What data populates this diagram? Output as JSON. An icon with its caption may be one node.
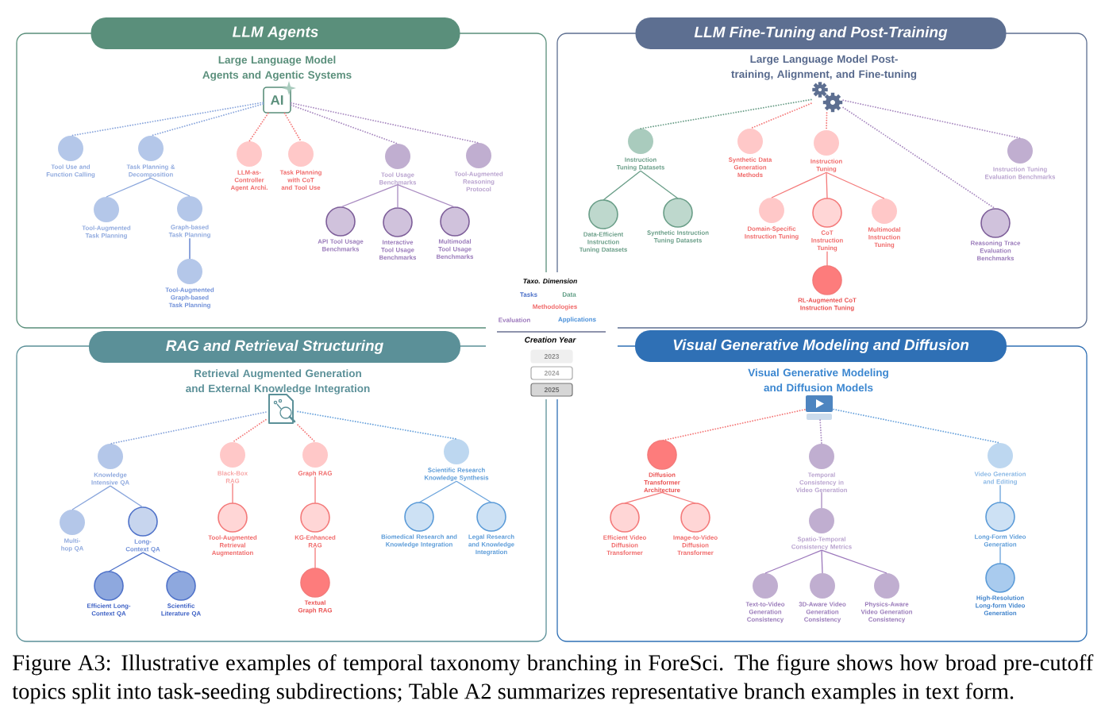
{
  "diagram": {
    "caption": "Figure A3: Illustrative examples of temporal taxonomy branching in ForeSci. The figure shows how broad pre-cutoff topics split into task-seeding subdirections; Table A2 summarizes representative branch examples in text form.",
    "nodes": [
      {
        "text": [
          "LLM Agents",
          "Large Language Model Agents and Agentic Systems"
        ]
      },
      {
        "text": [
          "AI"
        ],
        "in": 0
      },
      {
        "text": [
          "Tool Use and Function Calling"
        ],
        "in": 0
      },
      {
        "text": [
          "Task Planning & Decomposition"
        ],
        "in": 0
      },
      {
        "text": [
          "LLM-as-Controller Agent Archi."
        ],
        "in": 0
      },
      {
        "text": [
          "Task Planning with CoT and Tool Use"
        ],
        "in": 0
      },
      {
        "text": [
          "Tool Usage Benchmarks"
        ],
        "in": 0
      },
      {
        "text": [
          "Tool-Augmented Reasoning Protocol"
        ],
        "in": 0
      },
      {
        "text": [
          "Tool-Augmented Task Planning"
        ],
        "in": 0
      },
      {
        "text": [
          "Graph-based Task Planning"
        ],
        "in": 0
      },
      {
        "text": [
          "API Tool Usage Benchmarks"
        ],
        "in": 0
      },
      {
        "text": [
          "Interactive Tool Usage Benchmarks"
        ],
        "in": 0
      },
      {
        "text": [
          "Multimodal Tool Usage Benchmarks"
        ],
        "in": 0
      },
      {
        "text": [
          "Tool-Augmented Graph-based Task Planning"
        ],
        "in": 0
      },
      {
        "text": [
          "LLM Fine-Tuning and Post-Training",
          "Large Language Model Post-training, Alignment, and Fine-tuning"
        ]
      },
      {
        "text": [],
        "shape": "gear",
        "in": 14
      },
      {
        "text": [
          "Instruction Tuning Datasets"
        ],
        "in": 14
      },
      {
        "text": [
          "Synthetic Data Generation Methods"
        ],
        "in": 14
      },
      {
        "text": [
          "Instruction Tuning"
        ],
        "in": 14
      },
      {
        "text": [
          "Instruction Tuning Evaluation Benchmarks"
        ],
        "in": 14
      },
      {
        "text": [
          "Data-Efficient Instruction Tuning Datasets"
        ],
        "in": 14
      },
      {
        "text": [
          "Synthetic Instruction Tuning Datasets"
        ],
        "in": 14
      },
      {
        "text": [
          "Domain-Specific Instruction Tuning"
        ],
        "in": 14
      },
      {
        "text": [
          "CoT Instruction Tuning"
        ],
        "in": 14
      },
      {
        "text": [
          "Multimodal Instruction Tuning"
        ],
        "in": 14
      },
      {
        "text": [
          "Reasoning Trace Evaluation Benchmarks"
        ],
        "in": 14
      },
      {
        "text": [
          "RL-Augmented CoT Instruction Tuning"
        ],
        "in": 14
      },
      {
        "text": [
          "RAG and Retrieval Structuring",
          "Retrieval Augmented Generation and External Knowledge Integration"
        ]
      },
      {
        "text": [],
        "shape": "document",
        "in": 27
      },
      {
        "text": [
          "Knowledge Intensive QA"
        ],
        "in": 27
      },
      {
        "text": [
          "Black-Box RAG"
        ],
        "in": 27
      },
      {
        "text": [
          "Graph RAG"
        ],
        "in": 27
      },
      {
        "text": [
          "Scientific Research Knowledge Synthesis"
        ],
        "in": 27
      },
      {
        "text": [
          "Multi-hop QA"
        ],
        "in": 27
      },
      {
        "text": [
          "Long-Context QA"
        ],
        "in": 27
      },
      {
        "text": [
          "Tool-Augmented Retrieval Augmentation"
        ],
        "in": 27
      },
      {
        "text": [
          "KG-Enhanced RAG"
        ],
        "in": 27
      },
      {
        "text": [
          "Biomedical Research and Knowledge Integration"
        ],
        "in": 27
      },
      {
        "text": [
          "Legal Research and Knowledge Integration"
        ],
        "in": 27
      },
      {
        "text": [
          "Efficient Long-Context QA"
        ],
        "in": 27
      },
      {
        "text": [
          "Scientific Literature QA"
        ],
        "in": 27
      },
      {
        "text": [
          "Textual Graph RAG"
        ],
        "in": 27
      },
      {
        "text": [
          "Visual Generative Modeling and Diffusion",
          "Visual Generative Modeling and Diffusion Models"
        ]
      },
      {
        "text": [],
        "shape": "screen",
        "in": 42
      },
      {
        "text": [
          "Diffusion Transformer Architecture"
        ],
        "in": 42
      },
      {
        "text": [
          "Temporal Consistency in Video Generation"
        ],
        "in": 42
      },
      {
        "text": [
          "Video Generation and Editing"
        ],
        "in": 42
      },
      {
        "text": [
          "Efficient Video Diffusion Transformer"
        ],
        "in": 42
      },
      {
        "text": [
          "Image-to-Video Diffusion Transformer"
        ],
        "in": 42
      },
      {
        "text": [
          "Spatio-Temporal Consistency Metrics"
        ],
        "in": 42
      },
      {
        "text": [
          "Long-Form Video Generation"
        ],
        "in": 42
      },
      {
        "text": [
          "Text-to-Video Generation Consistency"
        ],
        "in": 42
      },
      {
        "text": [
          "3D-Aware Video Generation Consistency"
        ],
        "in": 42
      },
      {
        "text": [
          "Physics-Aware Video Generation Consistency"
        ],
        "in": 42
      },
      {
        "text": [
          "High-Resolution Long-form Video Generation"
        ],
        "in": 42
      }
    ],
    "edges": [
      {
        "from": 1,
        "to": 2,
        "arrow": "none",
        "style": "dashed",
        "color": "#8aa6dc"
      },
      {
        "from": 1,
        "to": 3,
        "arrow": "none",
        "style": "dashed",
        "color": "#8aa6dc"
      },
      {
        "from": 1,
        "to": 4,
        "arrow": "none",
        "style": "dashed",
        "color": "#f47a7a"
      },
      {
        "from": 1,
        "to": 5,
        "arrow": "none",
        "style": "dashed",
        "color": "#f47a7a"
      },
      {
        "from": 1,
        "to": 6,
        "arrow": "none",
        "style": "dashed",
        "color": "#a98bc1"
      },
      {
        "from": 1,
        "to": 7,
        "arrow": "none",
        "style": "dashed",
        "color": "#a98bc1"
      },
      {
        "from": 3,
        "to": 8,
        "arrow": "none",
        "color": "#8aa6dc"
      },
      {
        "from": 3,
        "to": 9,
        "arrow": "none",
        "color": "#8aa6dc"
      },
      {
        "from": 9,
        "to": 13,
        "arrow": "none",
        "color": "#4f72c9"
      },
      {
        "from": 6,
        "to": 10,
        "arrow": "none",
        "color": "#a98bc1"
      },
      {
        "from": 6,
        "to": 11,
        "arrow": "none",
        "color": "#a98bc1"
      },
      {
        "from": 6,
        "to": 12,
        "arrow": "none",
        "color": "#a98bc1"
      },
      {
        "from": 15,
        "to": 16,
        "arrow": "none",
        "style": "dashed",
        "color": "#6a9e88"
      },
      {
        "from": 15,
        "to": 17,
        "arrow": "none",
        "style": "dashed",
        "color": "#f47a7a"
      },
      {
        "from": 15,
        "to": 18,
        "arrow": "none",
        "style": "dashed",
        "color": "#f47a7a"
      },
      {
        "from": 15,
        "to": 19,
        "arrow": "none",
        "style": "dashed",
        "color": "#a98bc1"
      },
      {
        "from": 15,
        "to": 25,
        "arrow": "none",
        "style": "dashed",
        "color": "#a98bc1"
      },
      {
        "from": 16,
        "to": 20,
        "arrow": "none",
        "color": "#6a9e88"
      },
      {
        "from": 16,
        "to": 21,
        "arrow": "none",
        "color": "#6a9e88"
      },
      {
        "from": 18,
        "to": 22,
        "arrow": "none",
        "color": "#f47a7a"
      },
      {
        "from": 18,
        "to": 23,
        "arrow": "none",
        "color": "#f47a7a"
      },
      {
        "from": 18,
        "to": 24,
        "arrow": "none",
        "color": "#f47a7a"
      },
      {
        "from": 23,
        "to": 26,
        "arrow": "none",
        "color": "#f47a7a"
      },
      {
        "from": 28,
        "to": 29,
        "arrow": "none",
        "style": "dashed",
        "color": "#8aa6dc"
      },
      {
        "from": 28,
        "to": 30,
        "arrow": "none",
        "style": "dashed",
        "color": "#f47a7a"
      },
      {
        "from": 28,
        "to": 31,
        "arrow": "none",
        "style": "dashed",
        "color": "#f47a7a"
      },
      {
        "from": 28,
        "to": 32,
        "arrow": "none",
        "style": "dashed",
        "color": "#6aa3dc"
      },
      {
        "from": 29,
        "to": 33,
        "arrow": "none",
        "color": "#8aa6dc"
      },
      {
        "from": 29,
        "to": 34,
        "arrow": "none",
        "color": "#8aa6dc"
      },
      {
        "from": 34,
        "to": 39,
        "arrow": "none",
        "color": "#4f72c9"
      },
      {
        "from": 34,
        "to": 40,
        "arrow": "none",
        "color": "#4f72c9"
      },
      {
        "from": 30,
        "to": 35,
        "arrow": "none",
        "color": "#f47a7a"
      },
      {
        "from": 31,
        "to": 36,
        "arrow": "none",
        "color": "#f47a7a"
      },
      {
        "from": 36,
        "to": 41,
        "arrow": "none",
        "color": "#f47a7a"
      },
      {
        "from": 32,
        "to": 37,
        "arrow": "none",
        "color": "#6aa3dc"
      },
      {
        "from": 32,
        "to": 38,
        "arrow": "none",
        "color": "#6aa3dc"
      },
      {
        "from": 43,
        "to": 44,
        "arrow": "none",
        "style": "dashed",
        "color": "#f47a7a"
      },
      {
        "from": 43,
        "to": 45,
        "arrow": "none",
        "style": "dashed",
        "color": "#a98bc1"
      },
      {
        "from": 43,
        "to": 46,
        "arrow": "none",
        "style": "dashed",
        "color": "#6aa3dc"
      },
      {
        "from": 44,
        "to": 47,
        "arrow": "none",
        "color": "#f47a7a"
      },
      {
        "from": 44,
        "to": 48,
        "arrow": "none",
        "color": "#f47a7a"
      },
      {
        "from": 45,
        "to": 49,
        "arrow": "none",
        "color": "#a98bc1"
      },
      {
        "from": 49,
        "to": 51,
        "arrow": "none",
        "color": "#9b77bb"
      },
      {
        "from": 49,
        "to": 52,
        "arrow": "none",
        "color": "#9b77bb"
      },
      {
        "from": 49,
        "to": 53,
        "arrow": "none",
        "color": "#9b77bb"
      },
      {
        "from": 46,
        "to": 50,
        "arrow": "none",
        "color": "#6aa3dc"
      },
      {
        "from": 50,
        "to": 54,
        "arrow": "none",
        "color": "#6aa3dc"
      }
    ],
    "labels": [
      "Taxo. Dimension",
      "Creation Year"
    ],
    "legend": [
      {
        "text": "Tasks",
        "color": "#4a6fc8"
      },
      {
        "text": "Data",
        "color": "#5a9a80"
      },
      {
        "text": "Methodologies",
        "color": "#f06a6a"
      },
      {
        "text": "Evaluation",
        "color": "#9b77bb"
      },
      {
        "text": "Applications",
        "color": "#4a90d9"
      },
      {
        "text": "2023"
      },
      {
        "text": "2024"
      },
      {
        "text": "2025"
      }
    ]
  }
}
